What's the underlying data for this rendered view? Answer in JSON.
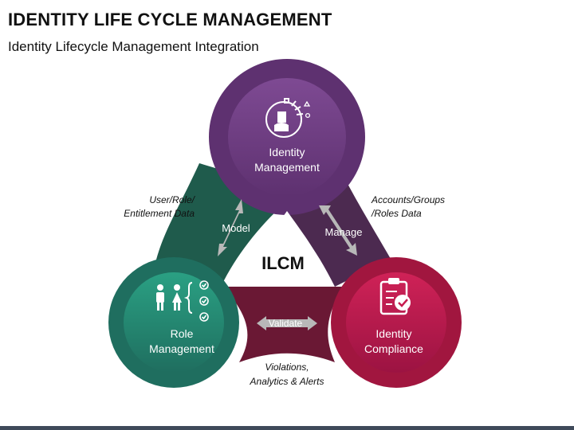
{
  "title": "IDENTITY LIFE CYCLE MANAGEMENT",
  "subtitle": "Identity Lifecycle Management Integration",
  "center_label": "ILCM",
  "nodes": {
    "top": {
      "line1": "Identity",
      "line2": "Management",
      "icon": "identity-user-icon",
      "color": "#6b3a7d"
    },
    "left": {
      "line1": "Role",
      "line2": "Management",
      "icon": "role-people-checklist-icon",
      "color": "#2f9e84"
    },
    "right": {
      "line1": "Identity",
      "line2": "Compliance",
      "icon": "clipboard-check-icon",
      "color": "#c71c4f"
    }
  },
  "links": {
    "model": "Model",
    "manage": "Manage",
    "validate": "Validate"
  },
  "annotations": {
    "left_line1": "User/Role/",
    "left_line2": "Entitlement Data",
    "right_line1": "Accounts/Groups",
    "right_line2": "/Roles Data",
    "bottom_line1": "Violations,",
    "bottom_line2": "Analytics & Alerts"
  }
}
